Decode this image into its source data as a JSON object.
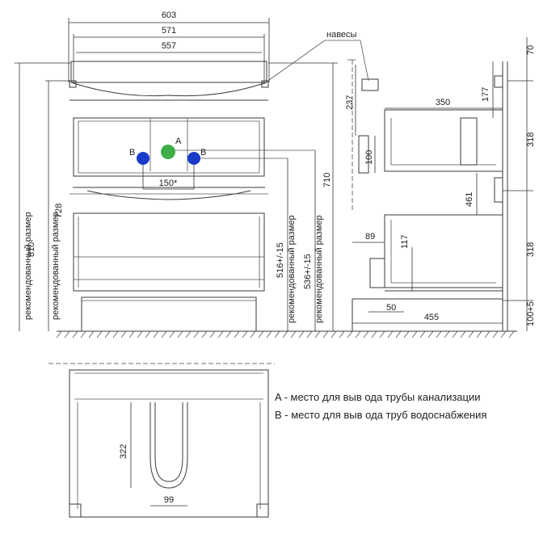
{
  "front": {
    "dim_603": "603",
    "dim_571": "571",
    "dim_557": "557",
    "dim_150": "150*",
    "dim_810": "810",
    "dim_728": "728",
    "dim_710": "710",
    "dim_516": "516+/-15",
    "dim_536": "536+/-15",
    "rec_size": "рекомендованный размер",
    "marker_a": "A",
    "marker_b": "B"
  },
  "side": {
    "hinges_label": "навесы",
    "dim_237": "237",
    "dim_350": "350",
    "dim_100": "100",
    "dim_461": "461",
    "dim_177": "177",
    "dim_70": "70",
    "dim_318_top": "318",
    "dim_318_bottom": "318",
    "dim_100_5": "100+5",
    "dim_89": "89",
    "dim_117": "117",
    "dim_50": "50",
    "dim_455": "455"
  },
  "top_view": {
    "dim_322": "322",
    "dim_99": "99"
  },
  "legend": {
    "a_text": "A - место для выв ода трубы канализации",
    "b_text": "B - место для выв ода труб водоснабжения"
  },
  "colors": {
    "drain_marker": "#3fae49",
    "water_marker": "#1a3bc9",
    "line": "#3a3a3a"
  }
}
